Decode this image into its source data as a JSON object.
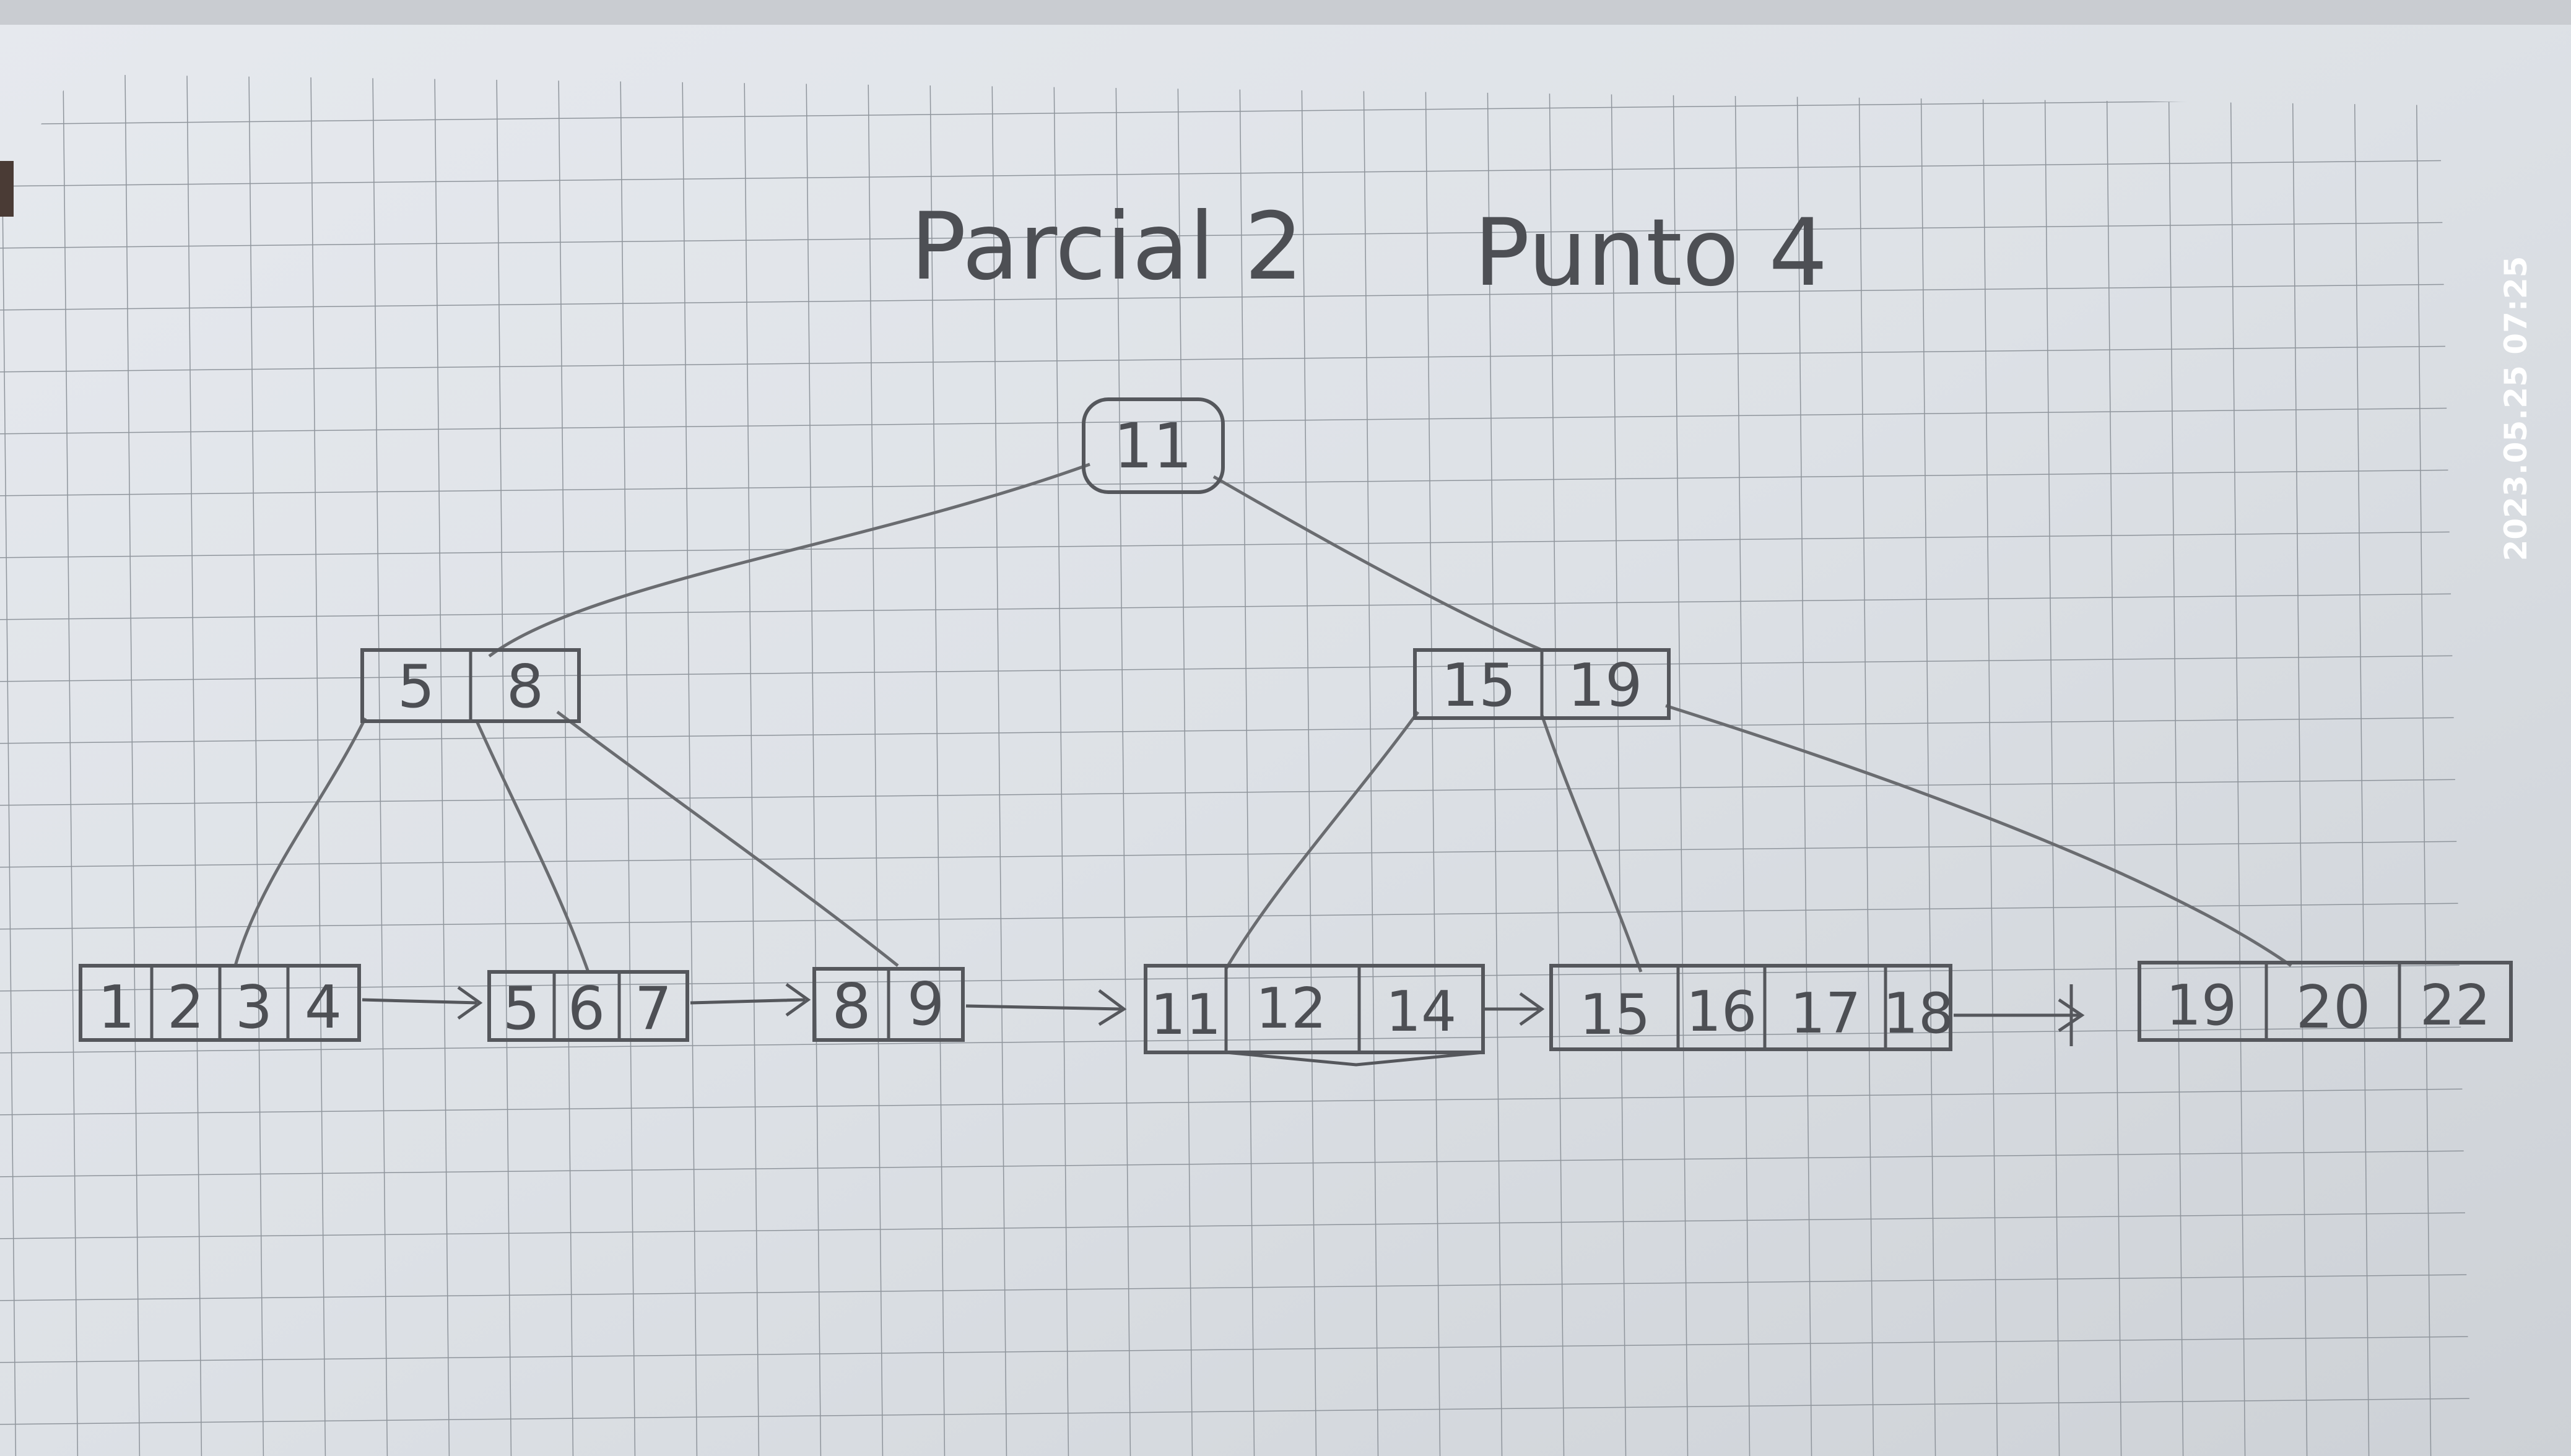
{
  "title": {
    "left": "Parcial 2",
    "right": "Punto 4"
  },
  "timestamp": "2023.05.25 07:25",
  "tree": {
    "root": [
      "11"
    ],
    "internal": [
      {
        "keys": [
          "5",
          "8"
        ]
      },
      {
        "keys": [
          "15",
          "19"
        ]
      }
    ],
    "leaves": [
      {
        "keys": [
          "1",
          "2",
          "3",
          "4"
        ]
      },
      {
        "keys": [
          "5",
          "6",
          "7"
        ]
      },
      {
        "keys": [
          "8",
          "9"
        ]
      },
      {
        "keys": [
          "11",
          "12",
          "14"
        ]
      },
      {
        "keys": [
          "15",
          "16",
          "17",
          "18"
        ]
      },
      {
        "keys": [
          "19",
          "20",
          "22"
        ]
      }
    ]
  },
  "colors": {
    "paper": "#dfe3e8",
    "grid": "#8f959c",
    "pencil": "#4d4f54"
  }
}
